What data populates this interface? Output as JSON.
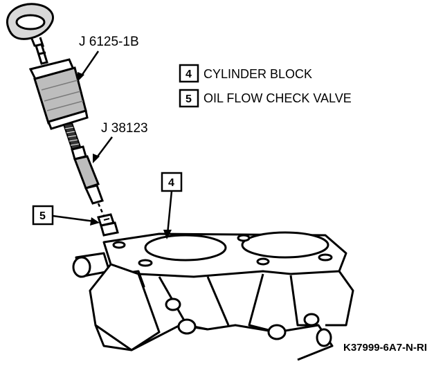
{
  "tools": {
    "puller_label": "J 6125-1B",
    "adapter_label": "J 38123"
  },
  "legend": [
    {
      "number": "4",
      "text": "CYLINDER BLOCK"
    },
    {
      "number": "5",
      "text": "OIL FLOW CHECK VALVE"
    }
  ],
  "callouts": {
    "block": "4",
    "valve": "5"
  },
  "figure_code": "K37999-6A7-N-RI",
  "colors": {
    "ink": "#000000",
    "paper": "#ffffff"
  }
}
